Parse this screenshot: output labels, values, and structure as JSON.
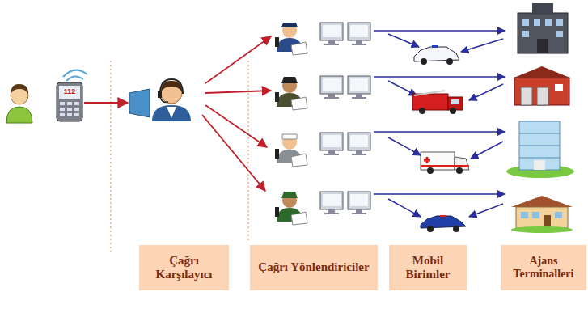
{
  "diagram": {
    "nodes": [
      {
        "text": [
          "Çağrı Karşılayıcı"
        ]
      },
      {
        "text": [
          "Çağrı Yönlendiriciler"
        ]
      },
      {
        "text": [
          "Mobil Birimler"
        ]
      },
      {
        "text": [
          "Ajans Terminalleri"
        ]
      }
    ],
    "labels": [
      "112"
    ]
  }
}
